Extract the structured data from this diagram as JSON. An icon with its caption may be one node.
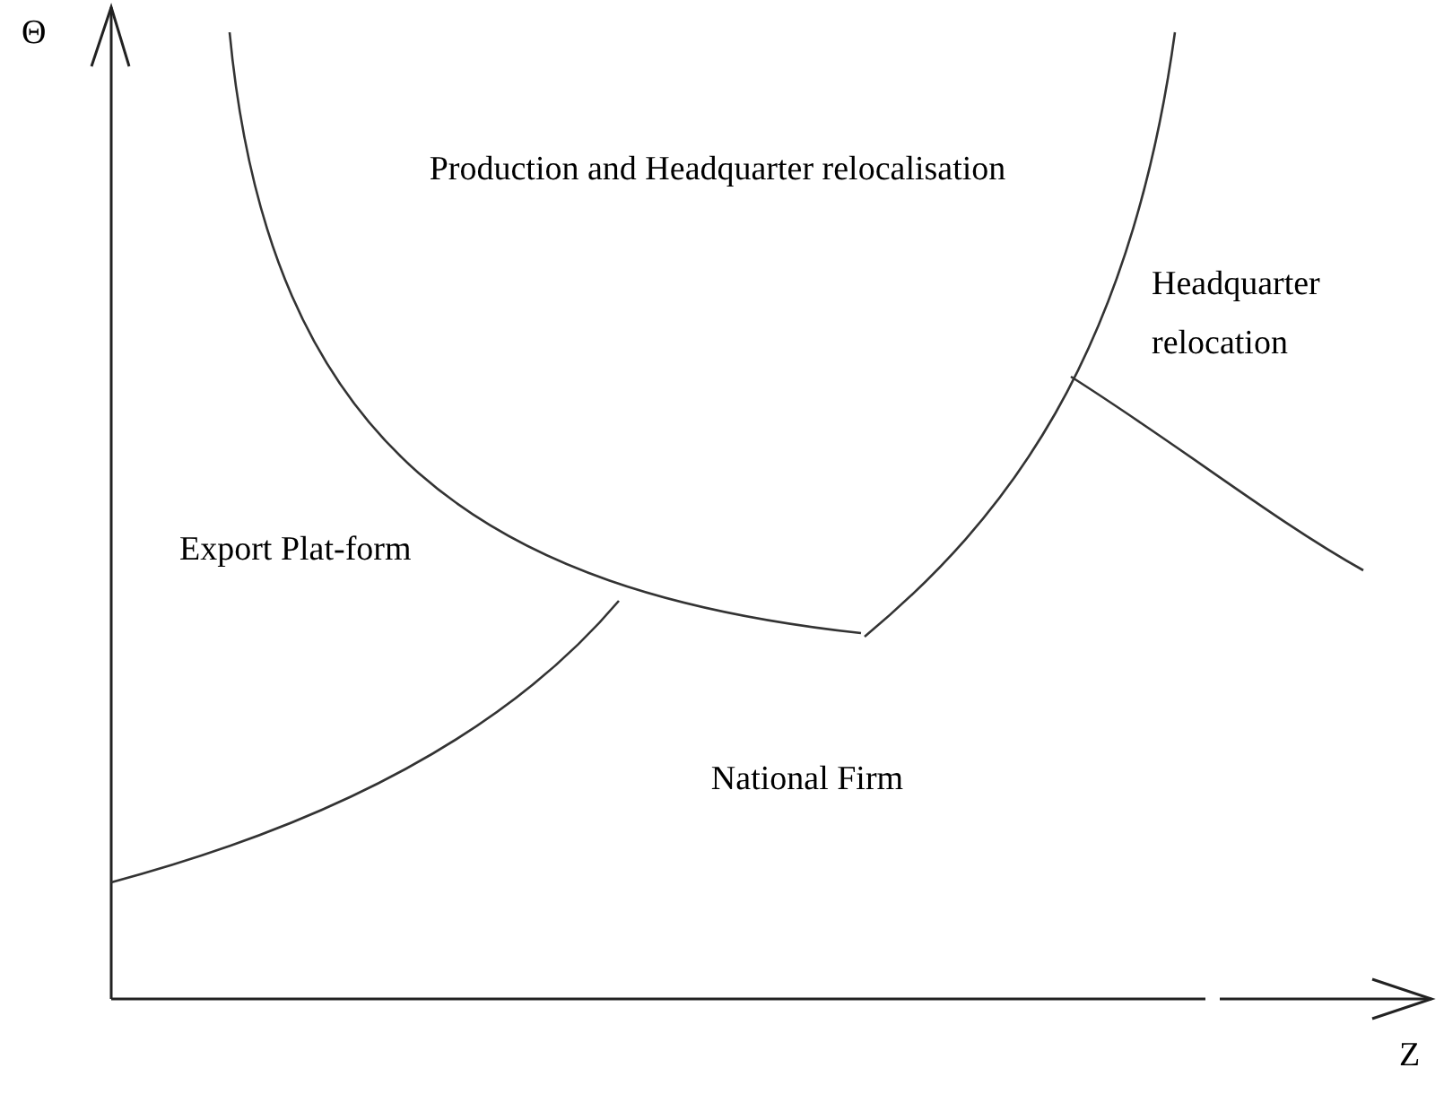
{
  "diagram": {
    "labels": [
      "Θ",
      "Production and Headquarter relocalisation",
      "Headquarter relocation",
      "Export Plat-form",
      "National Firm",
      "Z"
    ]
  }
}
